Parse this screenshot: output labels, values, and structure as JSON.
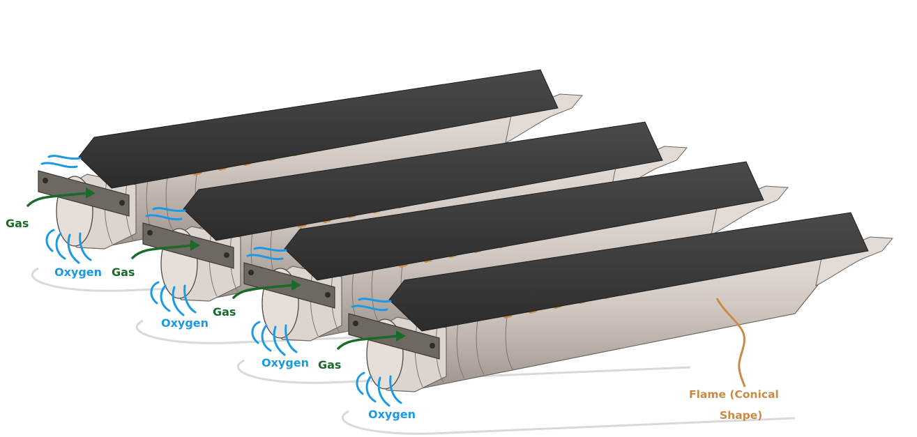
{
  "colors": {
    "body": "#cdc5bf",
    "body_shadow": "#9e958e",
    "roof": "#3b3b3b",
    "flame": "#c98a45",
    "gas": "#1a6b2a",
    "oxygen": "#1a9ae6",
    "bracket": "#6e6863"
  },
  "icons": {
    "gas_arrow": "arrow-right-icon",
    "oxygen_stream": "wavy-line-icon",
    "flame_blob": "flame-icon"
  },
  "burners": [
    {
      "id": 1,
      "gas_label": "Gas",
      "oxygen_label": "Oxygen"
    },
    {
      "id": 2,
      "gas_label": "Gas",
      "oxygen_label": "Oxygen"
    },
    {
      "id": 3,
      "gas_label": "Gas",
      "oxygen_label": "Oxygen"
    },
    {
      "id": 4,
      "gas_label": "Gas",
      "oxygen_label": "Oxygen"
    }
  ],
  "flame_label": {
    "line1": "Flame (Conical",
    "line2": "Shape)"
  }
}
